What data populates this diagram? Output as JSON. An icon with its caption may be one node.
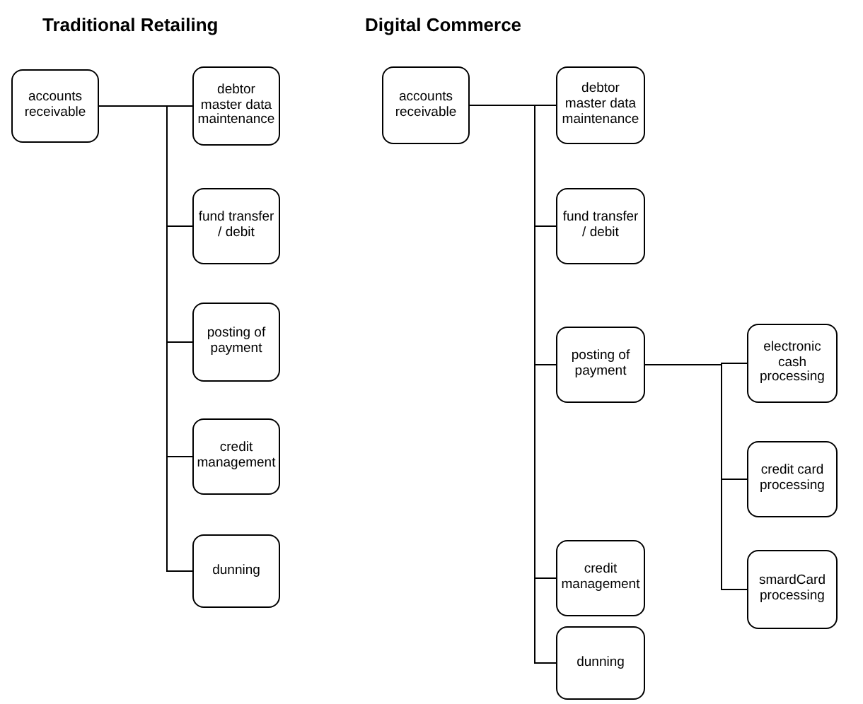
{
  "diagram": {
    "nodes": [
      {
        "text": [
          "accounts receivable"
        ]
      },
      {
        "text": [
          "debtor master data maintenance"
        ]
      },
      {
        "text": [
          "fund transfer / debit"
        ]
      },
      {
        "text": [
          "posting of payment"
        ]
      },
      {
        "text": [
          "credit management"
        ]
      },
      {
        "text": [
          "dunning"
        ]
      },
      {
        "text": [
          "accounts receivable"
        ]
      },
      {
        "text": [
          "debtor master data maintenance"
        ]
      },
      {
        "text": [
          "fund transfer / debit"
        ]
      },
      {
        "text": [
          "posting of payment"
        ]
      },
      {
        "text": [
          "electronic cash processing"
        ]
      },
      {
        "text": [
          "credit card processing"
        ]
      },
      {
        "text": [
          "smardCard processing"
        ]
      },
      {
        "text": [
          "credit management"
        ]
      },
      {
        "text": [
          "dunning"
        ]
      }
    ],
    "edges": [
      {
        "from": 0,
        "to": 1,
        "arrow": "none"
      },
      {
        "from": 0,
        "to": 2,
        "arrow": "none"
      },
      {
        "from": 0,
        "to": 3,
        "arrow": "none"
      },
      {
        "from": 0,
        "to": 4,
        "arrow": "none"
      },
      {
        "from": 0,
        "to": 5,
        "arrow": "none"
      },
      {
        "from": 6,
        "to": 7,
        "arrow": "none"
      },
      {
        "from": 6,
        "to": 8,
        "arrow": "none"
      },
      {
        "from": 6,
        "to": 9,
        "arrow": "none"
      },
      {
        "from": 9,
        "to": 10,
        "arrow": "none"
      },
      {
        "from": 9,
        "to": 11,
        "arrow": "none"
      },
      {
        "from": 9,
        "to": 12,
        "arrow": "none"
      },
      {
        "from": 6,
        "to": 13,
        "arrow": "none"
      },
      {
        "from": 6,
        "to": 14,
        "arrow": "none"
      }
    ],
    "labels": [
      "Traditional Retailing",
      "Digital Commerce"
    ]
  }
}
